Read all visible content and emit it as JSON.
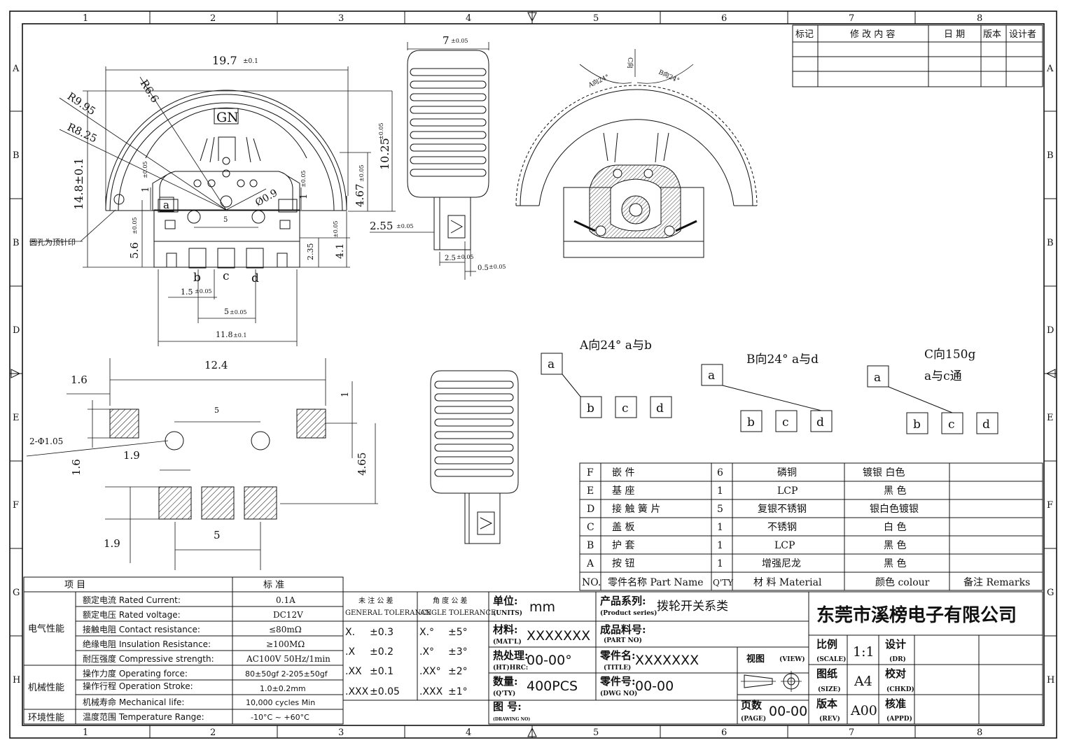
{
  "border": {
    "cols": [
      "1",
      "2",
      "3",
      "4",
      "5",
      "6",
      "7",
      "8"
    ],
    "rows": [
      "A",
      "B",
      "B",
      "D",
      "E",
      "F",
      "G",
      "H"
    ]
  },
  "revision_table": {
    "headers": [
      "标记",
      "修 改 内 容",
      "日 期",
      "版本",
      "设计者"
    ]
  },
  "top_view": {
    "dim_width": "19.7",
    "dim_width_tol": "±0.1",
    "r1": "R6.6",
    "r2": "R9.95",
    "r3": "R8.25",
    "gn": "GN",
    "phi": "Ø0.9",
    "d_1_left": "1",
    "d_1_left_tol": "±0.05",
    "d_1_right": "1",
    "d_1_right_tol": "±0.05",
    "d_5": "5",
    "d_56": "5.6",
    "d_56_tol": "±0.05",
    "d_148": "14.8±0.1",
    "d_1025": "10.25",
    "d_1025_tol": "±0.05",
    "d_467": "4.67",
    "d_467_tol": "±0.05",
    "d_235": "2.35",
    "d_41": "4.1",
    "d_41_tol": "±0.05",
    "d_15": "1.5",
    "d_15_tol": "±0.05",
    "d_5b": "5",
    "d_5b_tol": "±0.05",
    "d_118": "11.8",
    "d_118_tol": "±0.1",
    "label_a": "a",
    "label_b": "b",
    "label_c": "c",
    "label_d": "d",
    "note": "圆孔为顶针印"
  },
  "side_view": {
    "d_7": "7",
    "d_7_tol": "±0.05",
    "d_255": "2.55",
    "d_255_tol": "±0.05",
    "d_25": "2.5",
    "d_25_tol": "±0.05",
    "d_05": "0.5",
    "d_05_tol": "±0.05"
  },
  "right_view": {
    "a_dir": "A向24°",
    "c_dir": "C向",
    "b_dir": "B向24°"
  },
  "logic": {
    "a": {
      "title": "A向24°  a与b",
      "a": "a",
      "b": "b",
      "c": "c",
      "d": "d"
    },
    "b": {
      "title": "B向24°  a与d",
      "a": "a",
      "b": "b",
      "c": "c",
      "d": "d"
    },
    "c": {
      "title1": "C向150g",
      "title2": "a与c通",
      "a": "a",
      "b": "b",
      "c": "c",
      "d": "d"
    }
  },
  "pcb": {
    "d_124": "12.4",
    "d_16a": "1.6",
    "d_5": "5",
    "d_phi": "2-Φ1.05",
    "d_19a": "1.9",
    "d_16b": "1.6",
    "d_1": "1",
    "d_465": "4.65",
    "d_19b": "1.9",
    "d_5b": "5"
  },
  "bom": {
    "header": [
      "NO.",
      "零件名称 Part Name",
      "Q'TY",
      "材 料  Material",
      "颜色  colour",
      "备注 Remarks"
    ],
    "rows": [
      [
        "F",
        "嵌          件",
        "6",
        "磷铜",
        "镀银  白色",
        ""
      ],
      [
        "E",
        "基          座",
        "1",
        "LCP",
        "黑      色",
        ""
      ],
      [
        "D",
        "接  触  簧  片",
        "5",
        "复银不锈钢",
        "银白色镀银",
        ""
      ],
      [
        "C",
        "盖          板",
        "1",
        "不锈钢",
        "白      色",
        ""
      ],
      [
        "B",
        "护          套",
        "1",
        "LCP",
        "黑      色",
        ""
      ],
      [
        "A",
        "按          钮",
        "1",
        "增强尼龙",
        "黑      色",
        ""
      ]
    ]
  },
  "spec": {
    "header_item": "项    目",
    "header_std": "标    准",
    "groups": [
      {
        "name": "电气性能",
        "rows": [
          [
            "额定电流  Rated Current:",
            "0.1A"
          ],
          [
            "额定电压  Rated voltage:",
            "DC12V"
          ],
          [
            "接触电阻  Contact resistance:",
            "≤80mΩ"
          ],
          [
            "绝缘电阻  Insulation Resistance:",
            "≥100MΩ"
          ],
          [
            "耐压强度  Compressive strength:",
            "AC100V   50Hz/1min"
          ]
        ]
      },
      {
        "name": "机械性能",
        "rows": [
          [
            "操作力度  Operating force:",
            "80±50gf    2-205±50gf"
          ],
          [
            "操作行程  Operation Stroke:",
            "1.0±0.2mm"
          ],
          [
            "机械寿命  Mechanical life:",
            "10,000 cycles Min"
          ]
        ]
      },
      {
        "name": "环境性能",
        "rows": [
          [
            "温度范围  Temperature Range:",
            "-10°C ~ +60°C"
          ]
        ]
      }
    ]
  },
  "tolerance": {
    "gen_cn": "未 注 公 差",
    "gen_en": "GENERAL TOLERANCE",
    "ang_cn": "角 度 公 差",
    "ang_en": "ANGLE TOLERANCE",
    "gen": [
      [
        "X.",
        "±0.3"
      ],
      [
        ".X",
        "±0.2"
      ],
      [
        ".XX",
        "±0.1"
      ],
      [
        ".XXX",
        "±0.05"
      ]
    ],
    "ang": [
      [
        "X.°",
        "±5°"
      ],
      [
        ".X°",
        "±3°"
      ],
      [
        ".XX°",
        "±2°"
      ],
      [
        ".XXX",
        "±1°"
      ]
    ]
  },
  "title_block": {
    "units_cn": "单位:",
    "units_en": "(UNITS)",
    "units": "mm",
    "series_cn": "产品系列:",
    "series_en": "(Product series)",
    "series": "拨轮开关系类",
    "mat_cn": "材料:",
    "mat_en": "(MAT'L)",
    "mat": "XXXXXXX",
    "part_cn": "成品料号:",
    "part_en": "(PART NO)",
    "ht_cn": "热处理:",
    "ht_en": "(HT)HRC:",
    "ht": "00-00°",
    "title_cn": "零件名:",
    "title_en": "(TITLE)",
    "title": "XXXXXXX",
    "qty_cn": "数量:",
    "qty_en": "(Q'TY)",
    "qty": "400PCS",
    "dwg_cn": "零件号:",
    "dwg_en": "(DWG NO)",
    "dwg": "00-00",
    "drawing_cn": "图 号:",
    "drawing_en": "(DRAWING NO)",
    "view_cn": "视图",
    "view_en": "(VIEW)",
    "page_cn": "页数",
    "page_en": "(PAGE)",
    "page": "00-00",
    "company": "东莞市溪榜电子有限公司",
    "scale_cn": "比例",
    "scale_en": "(SCALE)",
    "scale": "1:1",
    "design_cn": "设计",
    "design_en": "(DR)",
    "size_cn": "图纸",
    "size_en": "(SIZE)",
    "size": "A4",
    "check_cn": "校对",
    "check_en": "(CHKD)",
    "rev_cn": "版本",
    "rev_en": "(REV)",
    "rev": "A00",
    "appd_cn": "核准",
    "appd_en": "(APPD)"
  }
}
